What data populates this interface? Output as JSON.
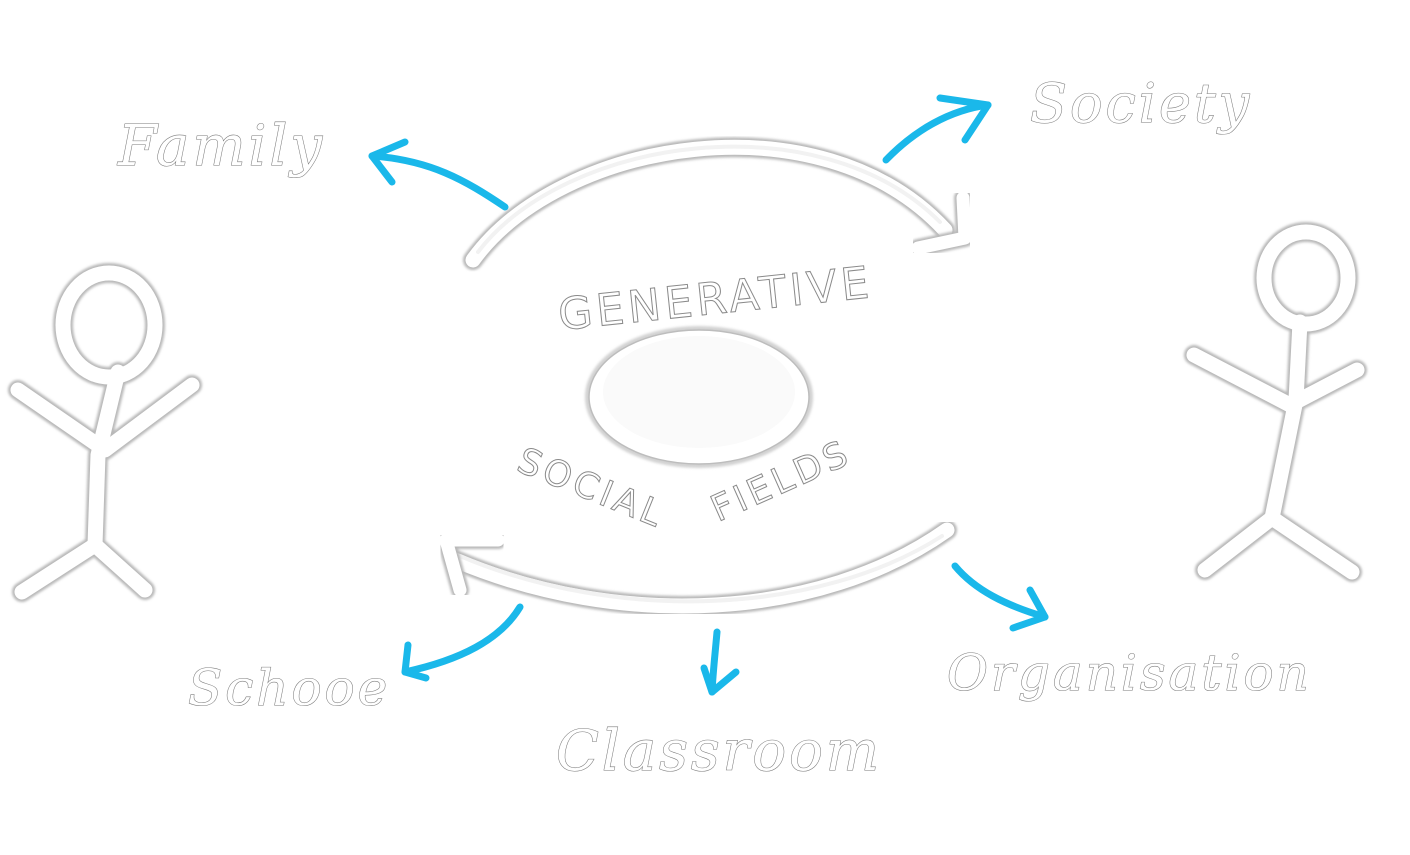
{
  "diagram": {
    "center": {
      "top_label": "GENERATIVE",
      "bottom_left_label": "SOCIAL",
      "bottom_right_label": "FIELDS"
    },
    "nodes": {
      "family": "Family",
      "society": "Society",
      "school": "Schooe",
      "classroom": "Classroom",
      "organisation": "Organisation"
    },
    "colors": {
      "arrow": "#1ab8ea",
      "outline": "#8a8a8a",
      "fill": "#ffffff"
    },
    "icons": [
      "stick-figure-icon",
      "stick-figure-icon"
    ]
  }
}
